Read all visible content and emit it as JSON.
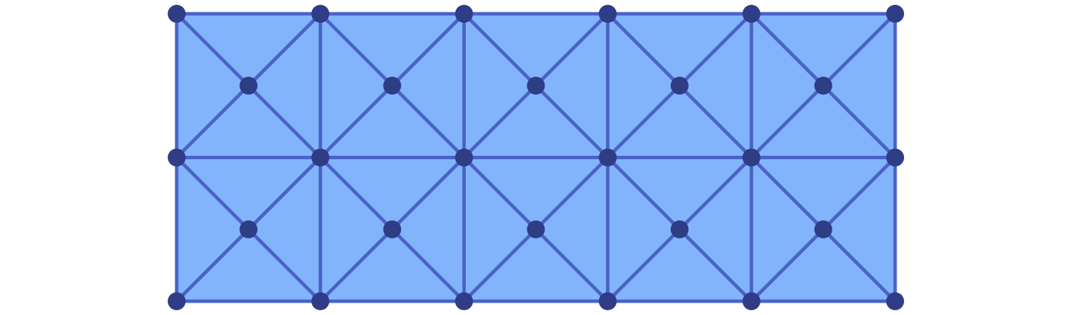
{
  "diagram": {
    "kind": "triangulated-mesh",
    "grid_columns": 5,
    "grid_rows": 2,
    "colors": {
      "fill": "#82b4fc",
      "edge": "#4a62c8",
      "node": "#2f3d86"
    }
  }
}
